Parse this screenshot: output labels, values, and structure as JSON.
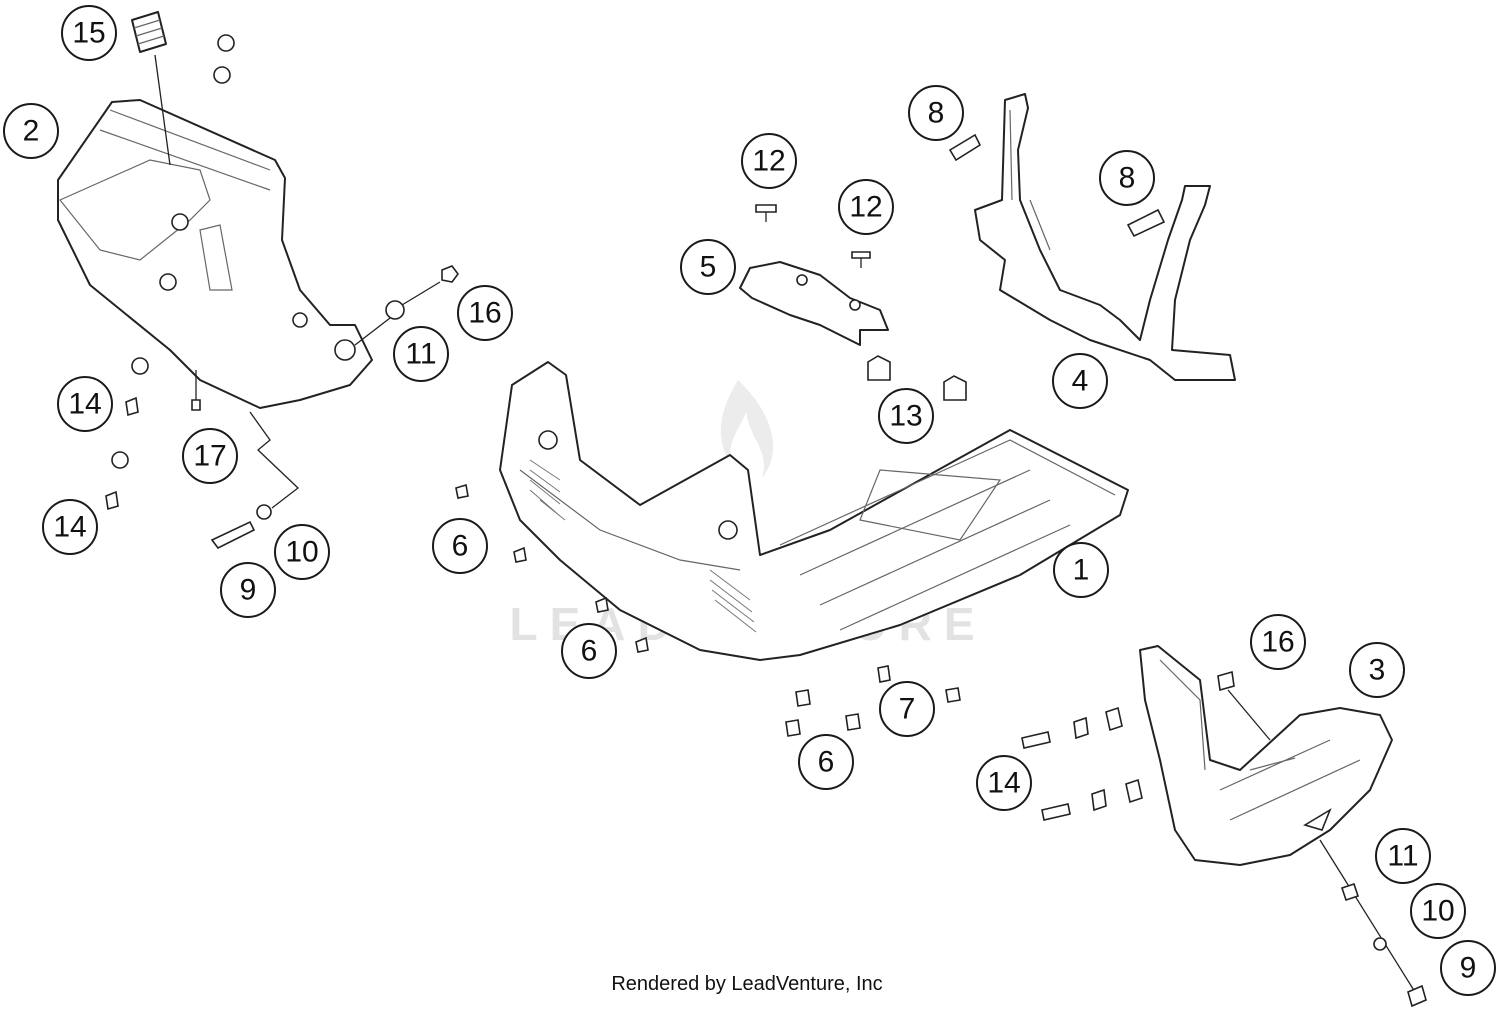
{
  "diagram": {
    "callouts": [
      {
        "id": "c15",
        "label": "15"
      },
      {
        "id": "c2",
        "label": "2"
      },
      {
        "id": "c16a",
        "label": "16"
      },
      {
        "id": "c11a",
        "label": "11"
      },
      {
        "id": "c14a",
        "label": "14"
      },
      {
        "id": "c17",
        "label": "17"
      },
      {
        "id": "c14b",
        "label": "14"
      },
      {
        "id": "c10a",
        "label": "10"
      },
      {
        "id": "c9a",
        "label": "9"
      },
      {
        "id": "c12a",
        "label": "12"
      },
      {
        "id": "c12b",
        "label": "12"
      },
      {
        "id": "c5",
        "label": "5"
      },
      {
        "id": "c8a",
        "label": "8"
      },
      {
        "id": "c8b",
        "label": "8"
      },
      {
        "id": "c4",
        "label": "4"
      },
      {
        "id": "c13",
        "label": "13"
      },
      {
        "id": "c1",
        "label": "1"
      },
      {
        "id": "c6a",
        "label": "6"
      },
      {
        "id": "c6b",
        "label": "6"
      },
      {
        "id": "c7",
        "label": "7"
      },
      {
        "id": "c6c",
        "label": "6"
      },
      {
        "id": "c14c",
        "label": "14"
      },
      {
        "id": "c16b",
        "label": "16"
      },
      {
        "id": "c3",
        "label": "3"
      },
      {
        "id": "c11b",
        "label": "11"
      },
      {
        "id": "c10b",
        "label": "10"
      },
      {
        "id": "c9b",
        "label": "9"
      }
    ],
    "watermark": "LEADVENTURE",
    "credit": "Rendered by LeadVenture, Inc"
  }
}
